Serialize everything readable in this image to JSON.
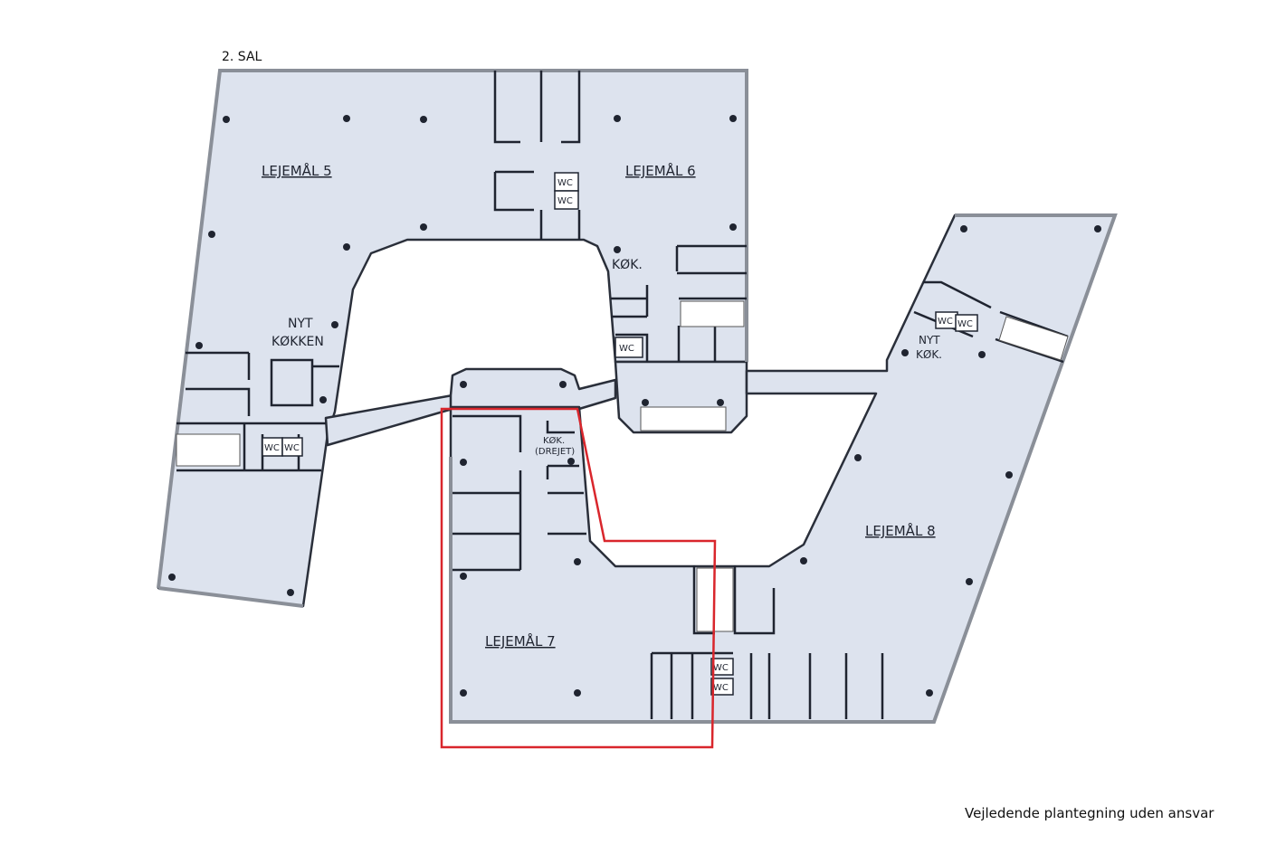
{
  "floor_label": "2. SAL",
  "disclaimer": "Vejledende plantegning uden ansvar",
  "colors": {
    "floor_fill": "#dde3ee",
    "highlight": "#d9262c",
    "wall": "#1f2430"
  },
  "rooms": {
    "l5": "LEJEMÅL 5",
    "l6": "LEJEMÅL 6",
    "l7": "LEJEMÅL 7",
    "l8": "LEJEMÅL 8"
  },
  "kitchens": {
    "nyt_kokken_1": "NYT",
    "nyt_kokken_2": "KØKKEN",
    "kok": "KØK.",
    "kok_drejet_1": "KØK.",
    "kok_drejet_2": "(DREJET)",
    "nyt_kok_1": "NYT",
    "nyt_kok_2": "KØK."
  },
  "wc": "WC"
}
